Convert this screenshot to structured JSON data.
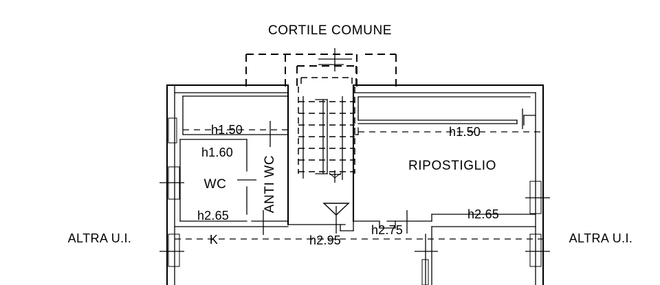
{
  "drawing": {
    "type": "architectural-floor-plan",
    "title": "CORTILE COMUNE",
    "background_color": "#ffffff",
    "line_color": "#000000",
    "rooms": [
      {
        "id": "wc",
        "label": "WC"
      },
      {
        "id": "anti-wc",
        "label": "ANTI WC",
        "orientation": "vertical"
      },
      {
        "id": "ripostiglio",
        "label": "RIPOSTIGLIO"
      }
    ],
    "height_annotations": [
      {
        "id": "h150-left",
        "label": "h1.50"
      },
      {
        "id": "h160-wc",
        "label": "h1.60"
      },
      {
        "id": "h265-wc",
        "label": "h2.65"
      },
      {
        "id": "h150-right",
        "label": "h1.50"
      },
      {
        "id": "h265-right",
        "label": "h2.65"
      },
      {
        "id": "h275",
        "label": "h2.75"
      },
      {
        "id": "h295",
        "label": "h2.95"
      }
    ],
    "room_codes": [
      {
        "id": "k-code",
        "label": "K"
      }
    ],
    "neighbors": [
      {
        "id": "altra-ui-left",
        "label": "ALTRA U.I."
      },
      {
        "id": "altra-ui-right",
        "label": "ALTRA U.I."
      }
    ],
    "symbols": [
      {
        "id": "level-marker",
        "name": "down-triangle-level-icon"
      },
      {
        "id": "stair-run",
        "name": "staircase-dashed-icon"
      }
    ]
  }
}
